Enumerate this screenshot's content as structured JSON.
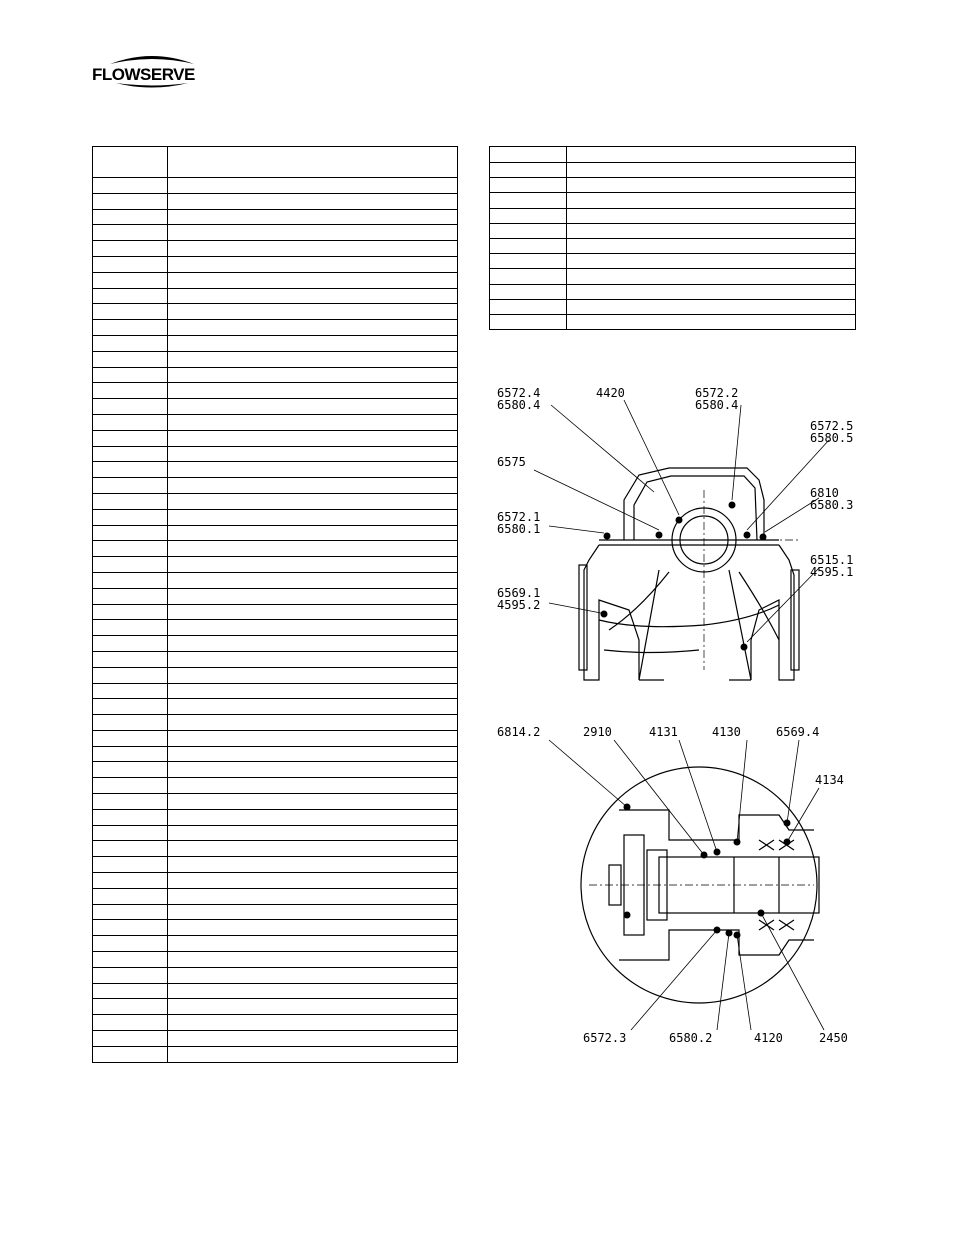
{
  "header": {
    "logo_text": "FLOWSERVE",
    "logo_icon": "flowserve-swoosh-logo"
  },
  "left_table": {
    "rows": 57
  },
  "right_table": {
    "rows": 12
  },
  "drawing_top": {
    "labels": {
      "l6572_4": "6572.4",
      "l6580_4a": "6580.4",
      "l4420": "4420",
      "l6572_2": "6572.2",
      "l6580_4b": "6580.4",
      "l6572_5": "6572.5",
      "l6580_5": "6580.5",
      "l6575": "6575",
      "l6810": "6810",
      "l6580_3": "6580.3",
      "l6572_1": "6572.1",
      "l6580_1": "6580.1",
      "l6515_1": "6515.1",
      "l4595_1": "4595.1",
      "l6569_1": "6569.1",
      "l4595_2": "4595.2"
    }
  },
  "drawing_bottom": {
    "labels": {
      "l6814_2": "6814.2",
      "l2910": "2910",
      "l4131": "4131",
      "l4130": "4130",
      "l6569_4": "6569.4",
      "l4134": "4134",
      "l6572_3": "6572.3",
      "l6580_2": "6580.2",
      "l4120": "4120",
      "l2450": "2450"
    }
  }
}
